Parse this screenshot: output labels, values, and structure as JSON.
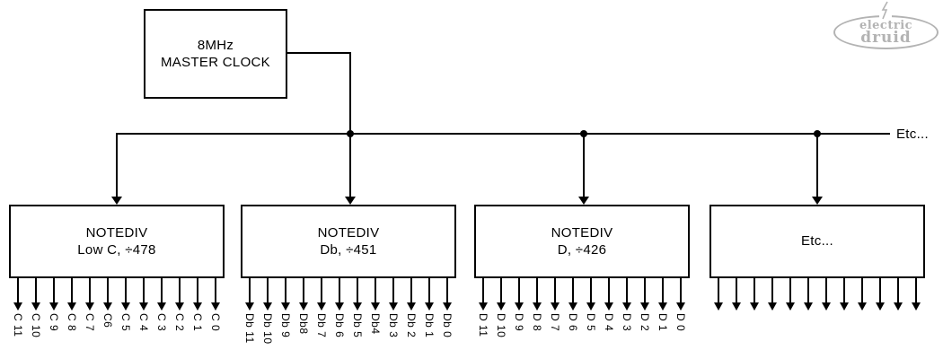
{
  "diagram": {
    "master_clock": {
      "line1": "8MHz",
      "line2": "MASTER CLOCK"
    },
    "bus_etc_label": "Etc...",
    "logo": {
      "line1": "electric",
      "line2": "druid"
    },
    "colors": {
      "line": "#000000",
      "logo_gray": "#b3b3b3",
      "background": "#ffffff"
    },
    "dividers": [
      {
        "title": "NOTEDIV",
        "subtitle": "Low C, ÷478",
        "outputs": [
          "C 11",
          "C 10",
          "C 9",
          "C 8",
          "C 7",
          "C6",
          "C 5",
          "C 4",
          "C 3",
          "C 2",
          "C 1",
          "C 0"
        ]
      },
      {
        "title": "NOTEDIV",
        "subtitle": "Db, ÷451",
        "outputs": [
          "Db 11",
          "Db 10",
          "Db 9",
          "Db8",
          "Db 7",
          "Db 6",
          "Db 5",
          "Db4",
          "Db 3",
          "Db 2",
          "Db 1",
          "Db 0"
        ]
      },
      {
        "title": "NOTEDIV",
        "subtitle": "D, ÷426",
        "outputs": [
          "D 11",
          "D 10",
          "D 9",
          "D 8",
          "D 7",
          "D 6",
          "D 5",
          "D 4",
          "D 3",
          "D 2",
          "D 1",
          "D 0"
        ]
      },
      {
        "title": "Etc...",
        "subtitle": "",
        "outputs": []
      }
    ]
  }
}
